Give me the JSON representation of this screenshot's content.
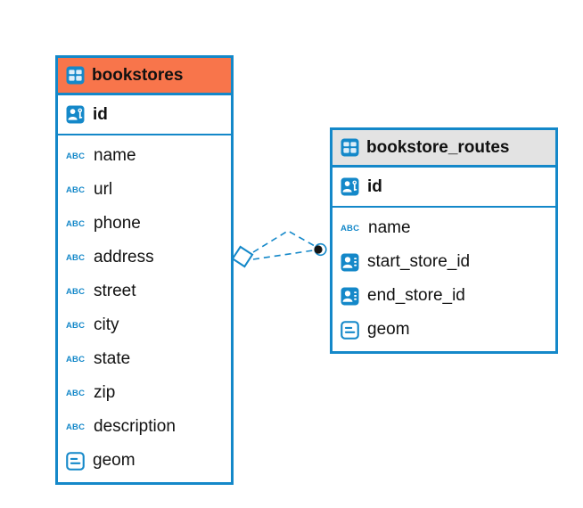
{
  "app": {
    "view": "database-er-diagram"
  },
  "theme": {
    "accent_blue": "#1488c9",
    "table_border": "#1488c9",
    "bookstores_header_bg": "#f8754b",
    "routes_header_bg": "#e3e3e3",
    "connector_color": "#1488c9",
    "connector_style": "dashed",
    "endpoint_dot_color": "#151515",
    "canvas_bg": "#ffffff"
  },
  "icons": {
    "text_type_glyph": "ABC",
    "table_icon": "table-grid",
    "primary_key_icon": "person-with-key",
    "reference_icon": "person-card",
    "geometry_icon": "outlined-box-lines"
  },
  "tables": [
    {
      "name": "bookstores",
      "columns": [
        {
          "name": "id",
          "type": "primary-key"
        },
        {
          "name": "name",
          "type": "text"
        },
        {
          "name": "url",
          "type": "text"
        },
        {
          "name": "phone",
          "type": "text"
        },
        {
          "name": "address",
          "type": "text"
        },
        {
          "name": "street",
          "type": "text"
        },
        {
          "name": "city",
          "type": "text"
        },
        {
          "name": "state",
          "type": "text"
        },
        {
          "name": "zip",
          "type": "text"
        },
        {
          "name": "description",
          "type": "text"
        },
        {
          "name": "geom",
          "type": "geometry"
        }
      ]
    },
    {
      "name": "bookstore_routes",
      "columns": [
        {
          "name": "id",
          "type": "primary-key"
        },
        {
          "name": "name",
          "type": "text"
        },
        {
          "name": "start_store_id",
          "type": "reference"
        },
        {
          "name": "end_store_id",
          "type": "reference"
        },
        {
          "name": "geom",
          "type": "geometry"
        }
      ]
    }
  ],
  "relationship": {
    "from_table": "bookstores",
    "to_table": "bookstore_routes",
    "line_style": "dashed",
    "from_marker": "diamond",
    "to_marker": "dot"
  }
}
